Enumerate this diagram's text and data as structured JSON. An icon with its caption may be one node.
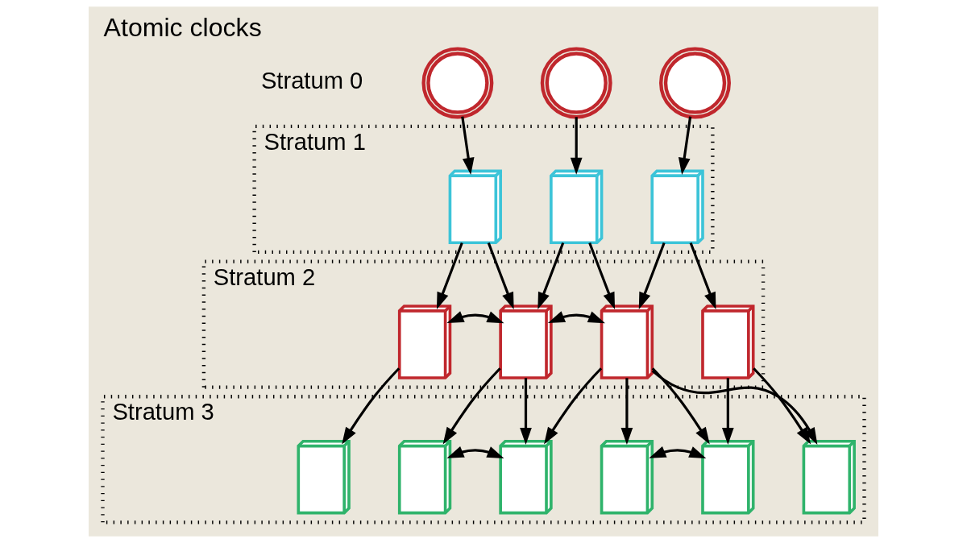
{
  "diagram": {
    "title": "Atomic clocks",
    "nodes": [
      {
        "text": [],
        "shape": "picture"
      },
      {
        "text": [],
        "shape": "picture"
      },
      {
        "text": [],
        "shape": "picture"
      },
      {
        "text": [
          "Stratum 1"
        ]
      },
      {
        "text": [],
        "shape": "picture",
        "in": 3
      },
      {
        "text": [],
        "shape": "picture",
        "in": 3
      },
      {
        "text": [],
        "shape": "picture",
        "in": 3
      },
      {
        "text": [
          "Stratum 2"
        ]
      },
      {
        "text": [],
        "shape": "picture",
        "in": 7
      },
      {
        "text": [],
        "shape": "picture",
        "in": 7
      },
      {
        "text": [],
        "shape": "picture",
        "in": 7
      },
      {
        "text": [],
        "shape": "picture",
        "in": 7
      },
      {
        "text": [
          "Stratum 3"
        ]
      },
      {
        "text": [],
        "shape": "picture",
        "in": 12
      },
      {
        "text": [],
        "shape": "picture",
        "in": 12
      },
      {
        "text": [],
        "shape": "picture",
        "in": 12
      },
      {
        "text": [],
        "shape": "picture",
        "in": 12
      },
      {
        "text": [],
        "shape": "picture",
        "in": 12
      },
      {
        "text": [],
        "shape": "picture",
        "in": 12
      }
    ],
    "edges": [
      {
        "from": 0,
        "to": 4,
        "arrow": "to"
      },
      {
        "from": 1,
        "to": 5,
        "arrow": "to"
      },
      {
        "from": 2,
        "to": 6,
        "arrow": "to"
      },
      {
        "from": 4,
        "to": 8,
        "arrow": "to"
      },
      {
        "from": 4,
        "to": 9,
        "arrow": "to"
      },
      {
        "from": 5,
        "to": 9,
        "arrow": "to"
      },
      {
        "from": 5,
        "to": 10,
        "arrow": "to"
      },
      {
        "from": 6,
        "to": 10,
        "arrow": "to"
      },
      {
        "from": 6,
        "to": 11,
        "arrow": "to"
      },
      {
        "from": 8,
        "to": 9,
        "arrow": "both"
      },
      {
        "from": 9,
        "to": 10,
        "arrow": "both"
      },
      {
        "from": 8,
        "to": 13,
        "arrow": "to"
      },
      {
        "from": 9,
        "to": 14,
        "arrow": "to"
      },
      {
        "from": 9,
        "to": 15,
        "arrow": "to"
      },
      {
        "from": 10,
        "to": 15,
        "arrow": "to"
      },
      {
        "from": 10,
        "to": 16,
        "arrow": "to"
      },
      {
        "from": 10,
        "to": 17,
        "arrow": "to"
      },
      {
        "from": 10,
        "to": 18,
        "arrow": "to"
      },
      {
        "from": 11,
        "to": 17,
        "arrow": "to"
      },
      {
        "from": 11,
        "to": 18,
        "arrow": "to"
      },
      {
        "from": 14,
        "to": 15,
        "arrow": "both"
      },
      {
        "from": 16,
        "to": 17,
        "arrow": "both"
      }
    ],
    "labels": [
      "Stratum 0"
    ]
  }
}
